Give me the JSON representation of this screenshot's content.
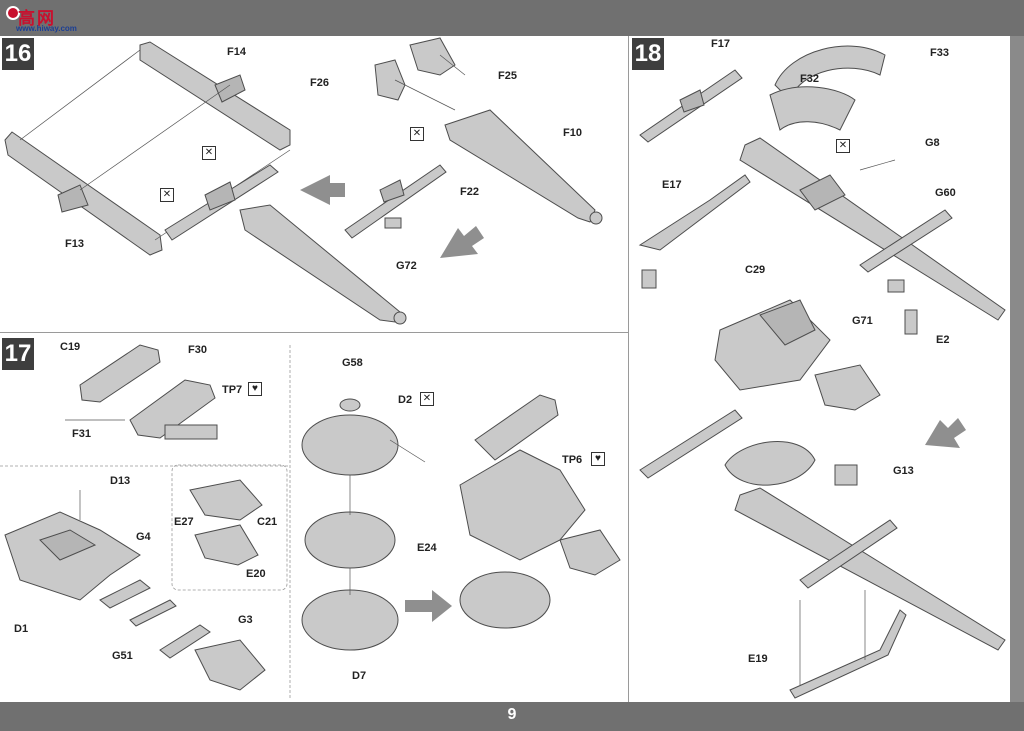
{
  "watermark": {
    "chars": "高网",
    "url": "www.hiway.com"
  },
  "page_number": "9",
  "steps": [
    {
      "number": "16"
    },
    {
      "number": "17"
    },
    {
      "number": "18"
    }
  ],
  "labels": {
    "step16": [
      "F14",
      "F26",
      "F25",
      "F10",
      "F22",
      "F13",
      "G72"
    ],
    "step17": [
      "C19",
      "F30",
      "TP7",
      "F31",
      "G58",
      "D2",
      "TP6",
      "D13",
      "G4",
      "E27",
      "C21",
      "E20",
      "E24",
      "D1",
      "G3",
      "G51",
      "D7"
    ],
    "step18": [
      "F17",
      "F33",
      "F32",
      "G8",
      "E17",
      "G60",
      "C29",
      "G71",
      "E2",
      "G13",
      "E19"
    ]
  },
  "icons": {
    "glue": "glue-cross-icon",
    "paint": "paint-heart-icon",
    "direction": "direction-arrow-icon"
  },
  "colors": {
    "bar": "#707070",
    "badge": "#3e3e3e",
    "part_fill": "#c7c7c7",
    "part_stroke": "#555555",
    "arrow": "#8f8f8f"
  }
}
